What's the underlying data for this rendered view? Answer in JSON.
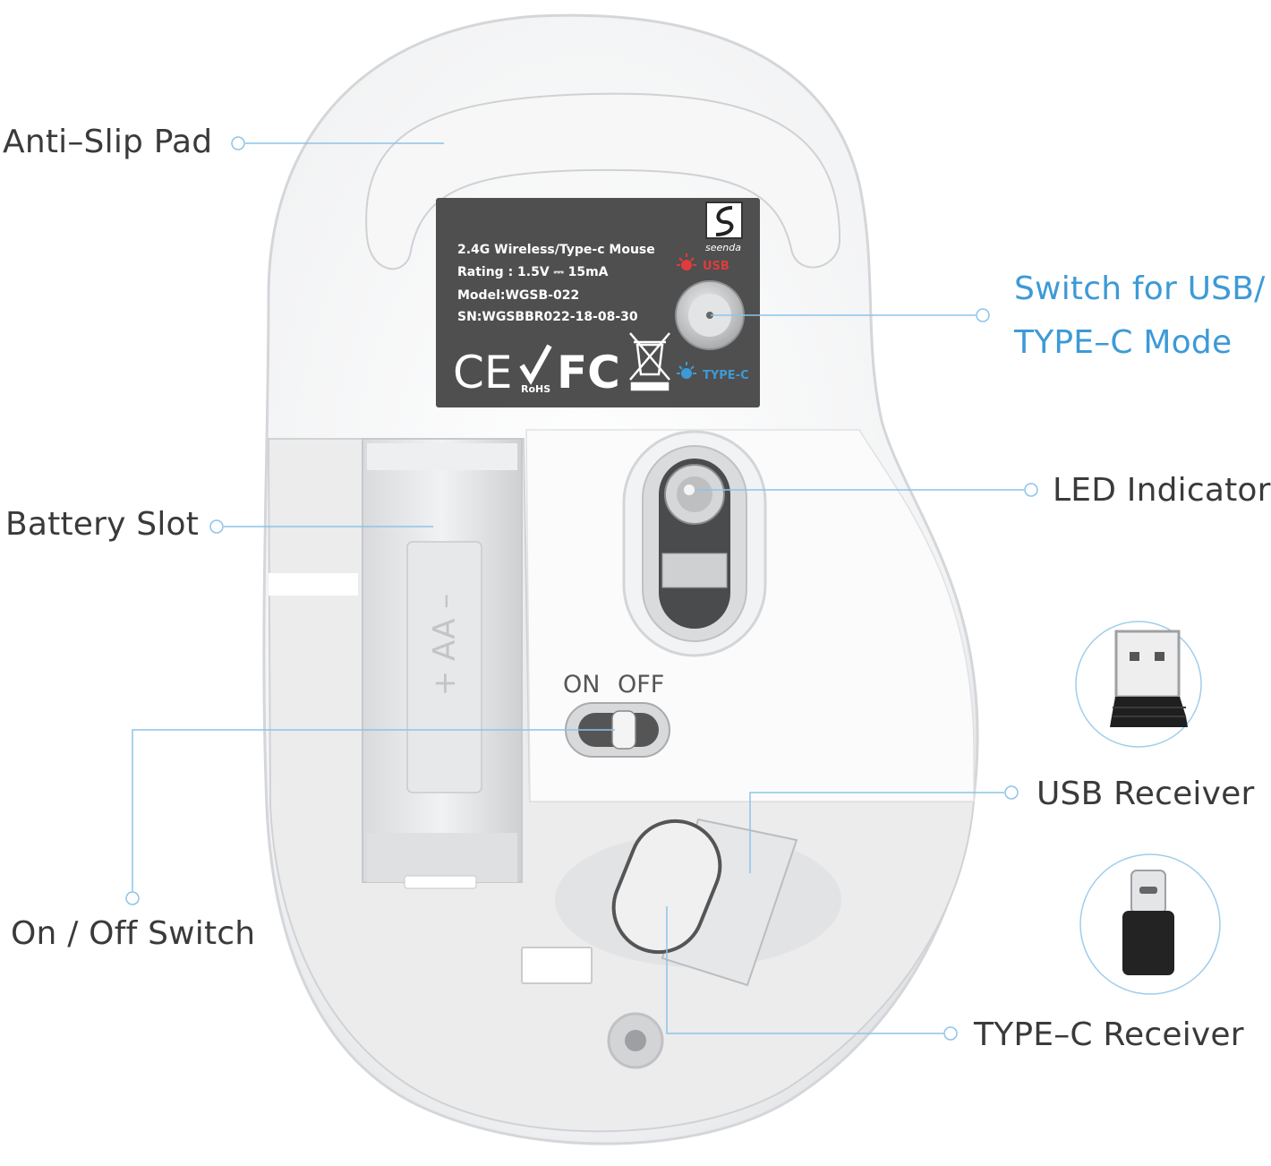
{
  "colors": {
    "callout_line": "#8cc4ea",
    "callout_text": "#3a3a3a",
    "accent_blue": "#3d9ad6",
    "usb_red": "#e03c3c",
    "label_bg": "#4f4f4f",
    "mouse_shell": "#f4f5f6"
  },
  "callouts": {
    "anti_slip_pad": "Anti–Slip Pad",
    "switch_mode_line1": "Switch for USB/",
    "switch_mode_line2": "TYPE–C Mode",
    "battery_slot": "Battery Slot",
    "led_indicator": "LED Indicator",
    "on_off_switch": "On / Off Switch",
    "usb_receiver": "USB Receiver",
    "typec_receiver": "TYPE–C Receiver"
  },
  "label": {
    "brand": "seenda",
    "line1": "2.4G Wireless/Type-c Mouse",
    "line2": "Rating : 1.5V ⎓ 15mA",
    "line3": "Model:WGSB-022",
    "line4": "SN:WGSBBR022-18-08-30",
    "mode_usb": "USB",
    "mode_typec": "TYPE-C",
    "cert_ce": "CE",
    "cert_rohs": "RoHS",
    "cert_fc": "FC"
  },
  "battery": {
    "marking": "+ AA –"
  },
  "power_switch": {
    "on": "ON",
    "off": "OFF"
  },
  "icons": {
    "usb_receiver": "usb-dongle-icon",
    "typec_receiver": "typec-adapter-icon",
    "weee": "crossed-bin-icon"
  }
}
